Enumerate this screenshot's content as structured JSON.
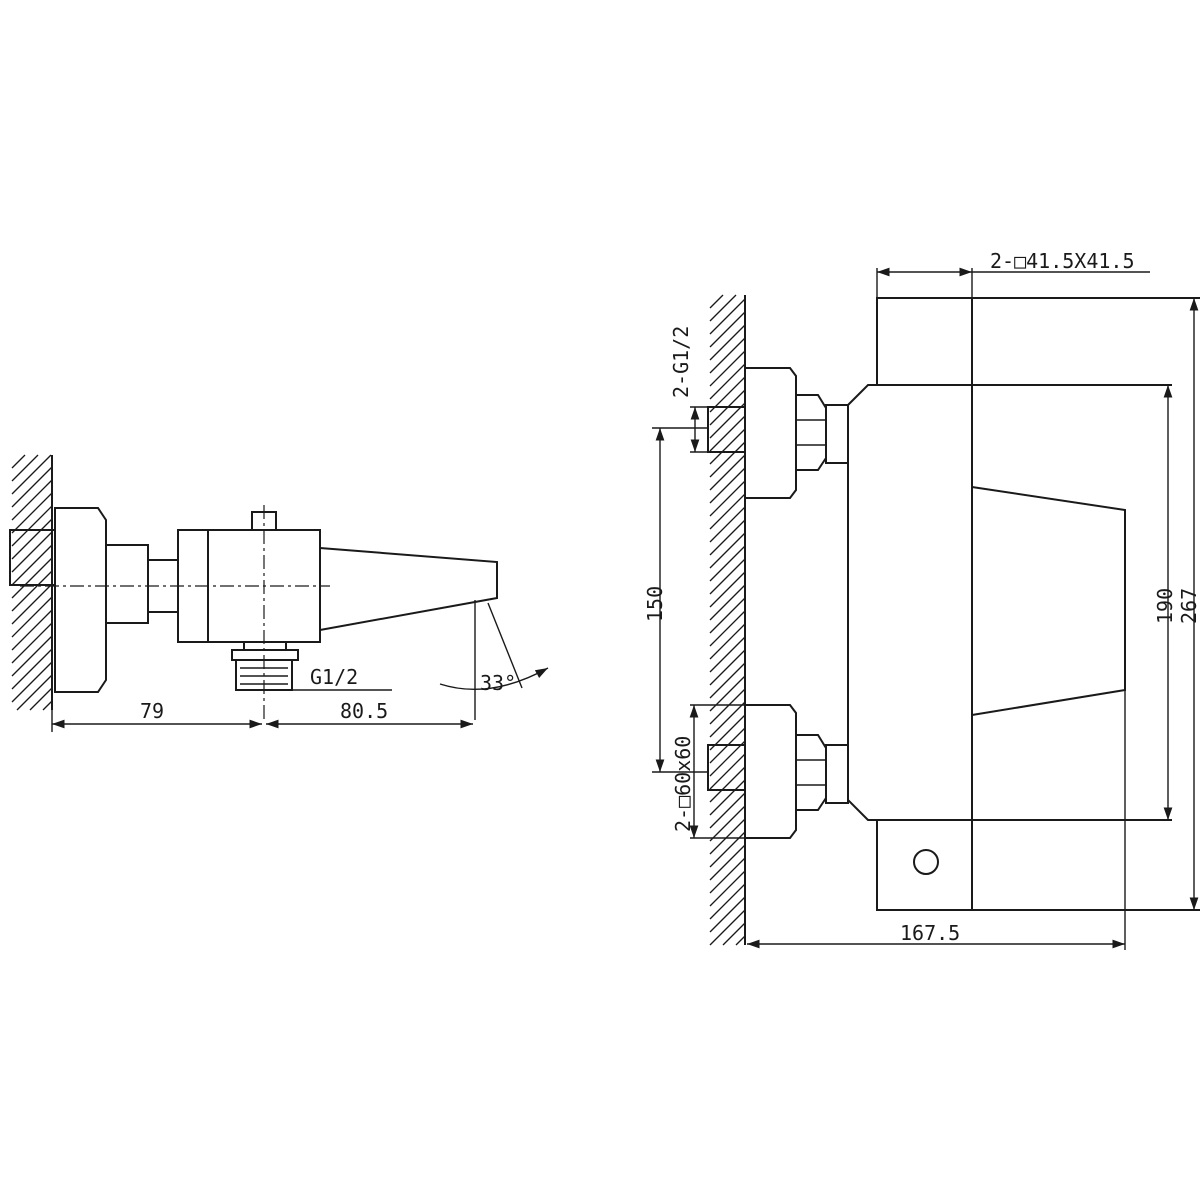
{
  "side_view": {
    "dimensions": {
      "inlet_thread": "G1/2",
      "angle": "33°",
      "wall_to_axis": "79",
      "axis_to_spout": "80.5"
    }
  },
  "front_view": {
    "dimensions": {
      "handle_size": "2-□41.5X41.5",
      "inlet_thread": "2-G1/2",
      "inlet_spacing": "150",
      "body_height": "190",
      "total_height": "267",
      "depth": "167.5",
      "flange_size": "2-□60x60"
    }
  },
  "colors": {
    "line": "#1a1a1a",
    "background": "#ffffff"
  }
}
